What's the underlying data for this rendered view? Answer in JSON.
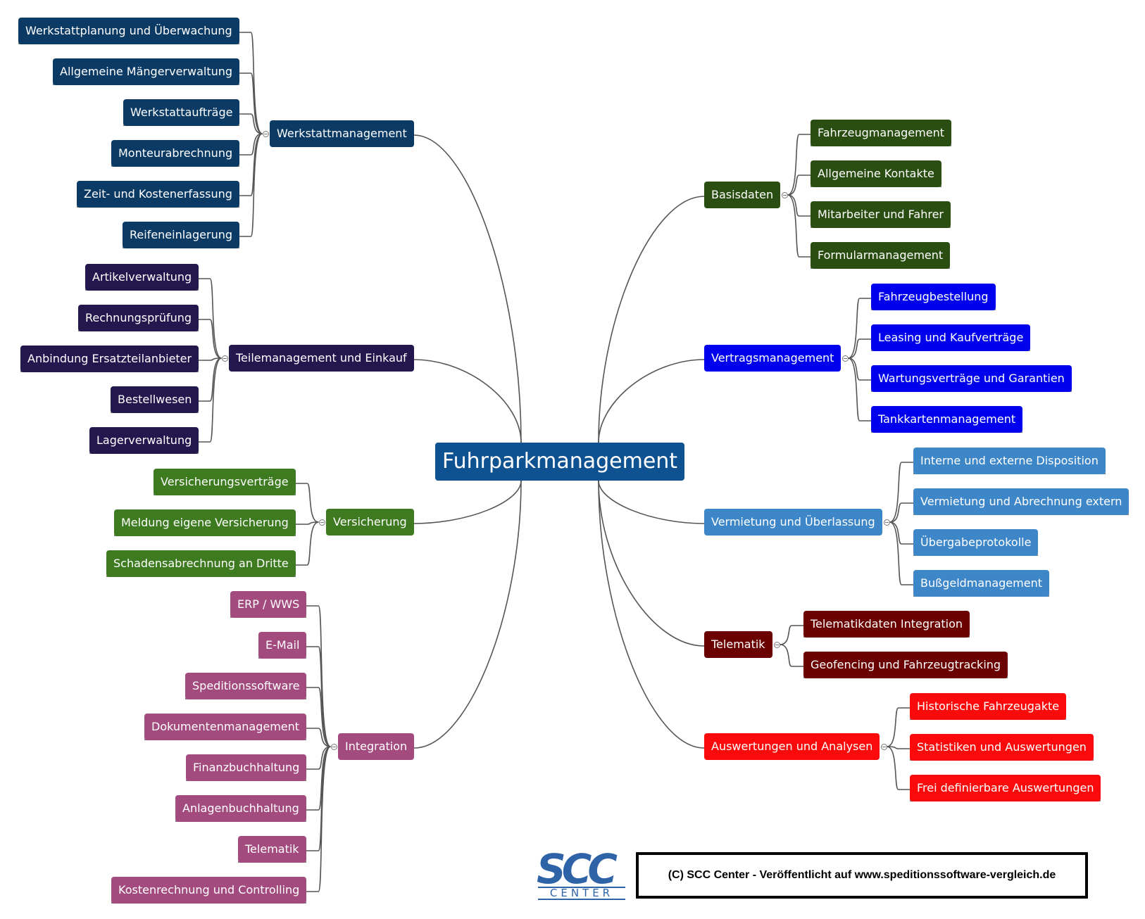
{
  "root": {
    "label": "Fuhrparkmanagement",
    "color": "#0f5291"
  },
  "branches": [
    {
      "id": "werkstatt",
      "label": "Werkstattmanagement",
      "side": "left",
      "color": "#0b3a64",
      "children": [
        "Werkstattplanung und Überwachung",
        "Allgemeine Mängerverwaltung",
        "Werkstattaufträge",
        "Monteurabrechnung",
        "Zeit- und Kostenerfassung",
        "Reifeneinlagerung"
      ]
    },
    {
      "id": "teile",
      "label": "Teilemanagement und Einkauf",
      "side": "left",
      "color": "#23174e",
      "children": [
        "Artikelverwaltung",
        "Rechnungsprüfung",
        "Anbindung Ersatzteilanbieter",
        "Bestellwesen",
        "Lagerverwaltung"
      ]
    },
    {
      "id": "versicherung",
      "label": "Versicherung",
      "side": "left",
      "color": "#3d7a20",
      "children": [
        "Versicherungsverträge",
        "Meldung eigene Versicherung",
        "Schadensabrechnung an Dritte"
      ]
    },
    {
      "id": "integration",
      "label": "Integration",
      "side": "left",
      "color": "#a34b7e",
      "children": [
        "ERP / WWS",
        "E-Mail",
        "Speditionssoftware",
        "Dokumentenmanagement",
        "Finanzbuchhaltung",
        "Anlagenbuchhaltung",
        "Telematik",
        "Kostenrechnung und Controlling"
      ]
    },
    {
      "id": "basis",
      "label": "Basisdaten",
      "side": "right",
      "color": "#2a4d12",
      "children": [
        "Fahrzeugmanagement",
        "Allgemeine Kontakte",
        "Mitarbeiter und Fahrer",
        "Formularmanagement"
      ]
    },
    {
      "id": "vertrag",
      "label": "Vertragsmanagement",
      "side": "right",
      "color": "#0000ef",
      "children": [
        "Fahrzeugbestellung",
        "Leasing und Kaufverträge",
        "Wartungsverträge und Garantien",
        "Tankkartenmanagement"
      ]
    },
    {
      "id": "vermietung",
      "label": "Vermietung und Überlassung",
      "side": "right",
      "color": "#3d86c8",
      "children": [
        "Interne und externe Disposition",
        "Vermietung und Abrechnung extern",
        "Übergabeprotokolle",
        "Bußgeldmanagement"
      ]
    },
    {
      "id": "telematik",
      "label": "Telematik",
      "side": "right",
      "color": "#6b0000",
      "children": [
        "Telematikdaten Integration",
        "Geofencing und Fahrzeugtracking"
      ]
    },
    {
      "id": "auswertung",
      "label": "Auswertungen und Analysen",
      "side": "right",
      "color": "#fa0a0a",
      "children": [
        "Historische Fahrzeugakte",
        "Statistiken und Auswertungen",
        "Frei definierbare Auswertungen"
      ]
    }
  ],
  "logo": {
    "scc": "SCC",
    "center": "CENTER"
  },
  "copyright": "(C) SCC Center - Veröffentlicht auf www.speditionssoftware-vergleich.de"
}
